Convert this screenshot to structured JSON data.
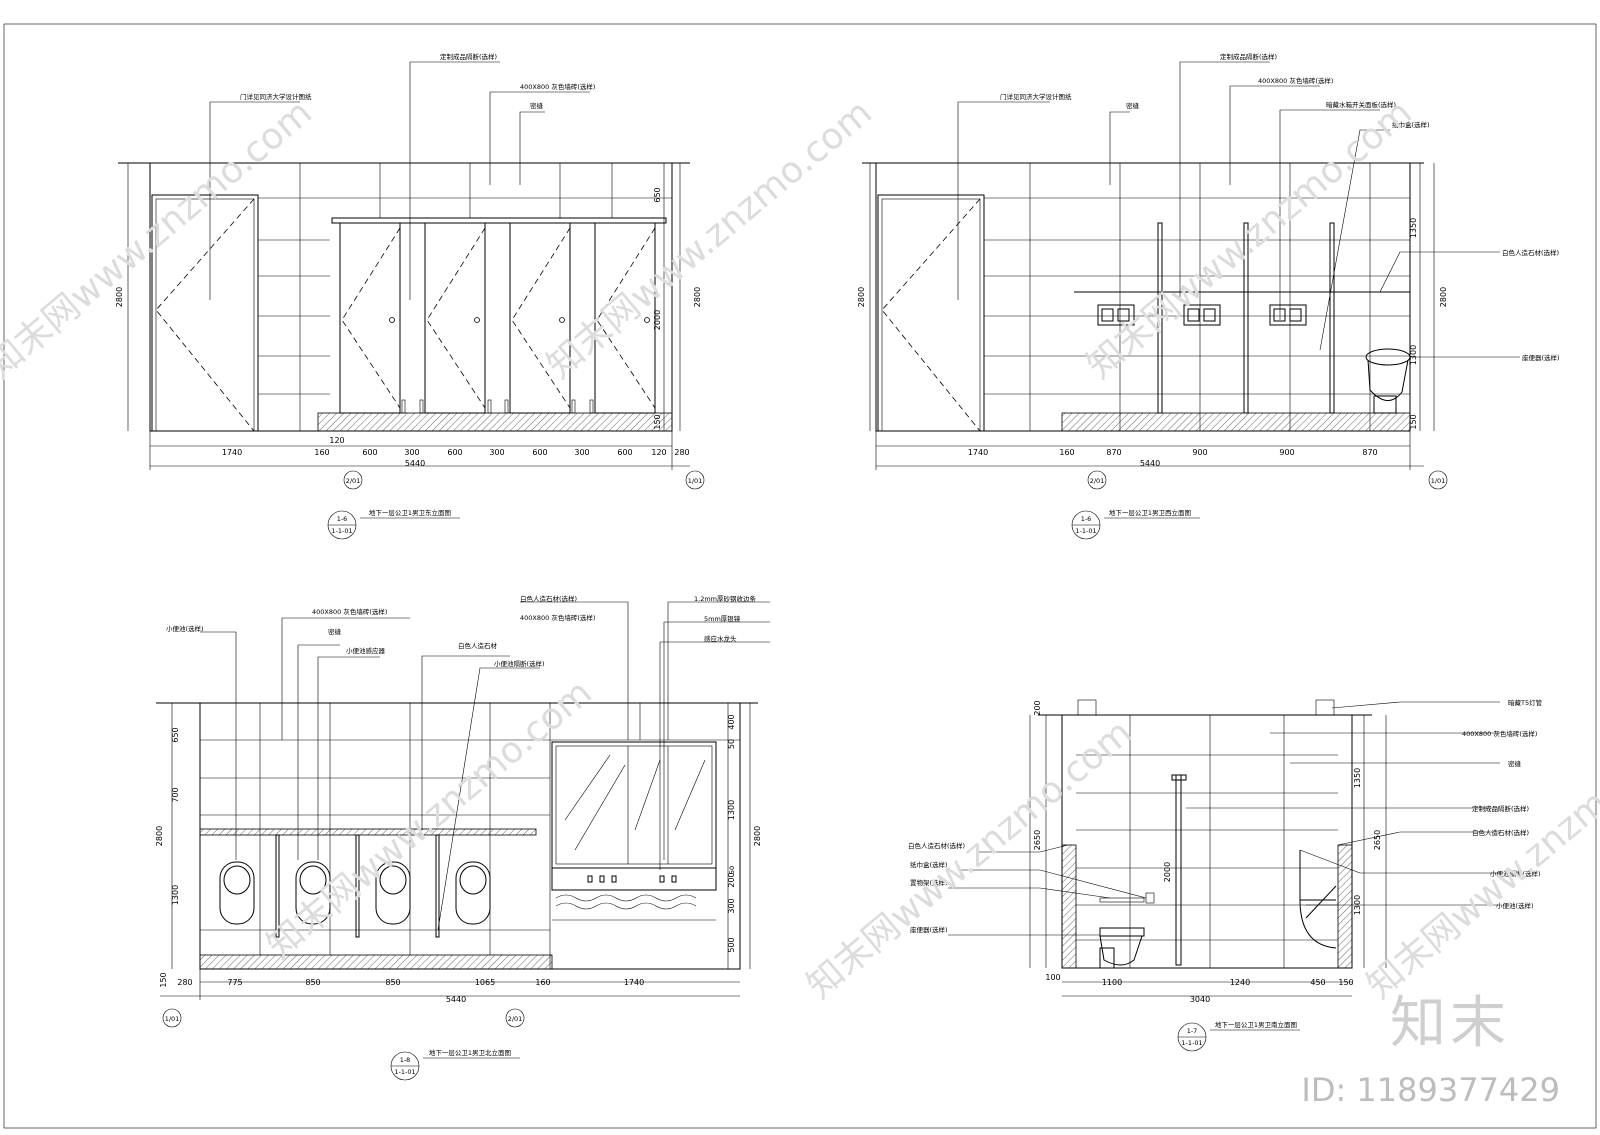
{
  "views": {
    "v1": {
      "labels": [
        "定制成品隔断(选样)",
        "400X800 灰色墙砖(选样)",
        "门详见同济大学设计图纸",
        "密缝"
      ],
      "dims_bottom": [
        "1740",
        "160",
        "600",
        "300",
        "600",
        "300",
        "600",
        "300",
        "600",
        "120",
        "280"
      ],
      "dim_120": "120",
      "total": "5440",
      "dims_left": [
        "2800"
      ],
      "dims_right": [
        "650",
        "2000",
        "2800",
        "150"
      ],
      "axis_left": "2/01",
      "axis_right": "1/01",
      "tag_top": "1-6",
      "tag_bot": "1-1-01",
      "title": "地下一层公卫1男卫东立面图"
    },
    "v2": {
      "labels": [
        "定制成品隔断(选样)",
        "400X800 灰色墙砖(选样)",
        "门详见同济大学设计图纸",
        "密缝",
        "暗藏水箱开关面板(选样)",
        "纸巾盒(选样)",
        "白色人造石材(选样)",
        "座便器(选样)"
      ],
      "dims_bottom": [
        "1740",
        "160",
        "870",
        "900",
        "900",
        "870"
      ],
      "total": "5440",
      "dims_left": [
        "2800"
      ],
      "dims_right": [
        "1350",
        "2800",
        "1300",
        "150"
      ],
      "axis_left": "2/01",
      "axis_right": "1/01",
      "tag_top": "1-6",
      "tag_bot": "1-1-01",
      "title": "地下一层公卫1男卫西立面图"
    },
    "v3": {
      "labels": [
        "白色人造石材(选样)",
        "400X800 灰色墙砖(选样)",
        "1.2mm厚砂钢收边条",
        "5mm厚银镜",
        "感应水龙头",
        "小便池(选样)",
        "400X800 灰色墙砖(选样)",
        "密缝",
        "小便池感应器",
        "白色人造石材",
        "小便池隔断(选样)"
      ],
      "dims_bottom": [
        "280",
        "775",
        "850",
        "850",
        "1065",
        "160",
        "1740"
      ],
      "total": "5440",
      "dims_left": [
        "650",
        "700",
        "2800",
        "1300",
        "150"
      ],
      "dims_right": [
        "400",
        "50",
        "1300",
        "2800",
        "200",
        "50",
        "300",
        "500"
      ],
      "axis_left": "1/01",
      "axis_right": "2/01",
      "tag_top": "1-8",
      "tag_bot": "1-1-01",
      "title": "地下一层公卫1男卫北立面图"
    },
    "v4": {
      "labels": [
        "暗藏T5灯管",
        "400X800 灰色墙砖(选样)",
        "密缝",
        "定制成品隔断(选样)",
        "白色人造石材(选样)",
        "小便池隔断(选样)",
        "小便池(选样)",
        "白色人造石材(选样)",
        "纸巾盒(选样)",
        "置物架(选样)",
        "座便器(选样)"
      ],
      "dims_bottom": [
        "1100",
        "1240",
        "450",
        "150"
      ],
      "dim_100": "100",
      "total": "3040",
      "dims_left": [
        "200",
        "2650",
        "2000"
      ],
      "dims_right": [
        "1350",
        "2650",
        "1300"
      ],
      "tag_top": "1-7",
      "tag_bot": "1-1-01",
      "title": "地下一层公卫1男卫南立面图"
    }
  },
  "watermark": "知末网www.znzmo.com",
  "brand": "知末",
  "id_label": "ID: 1189377429"
}
